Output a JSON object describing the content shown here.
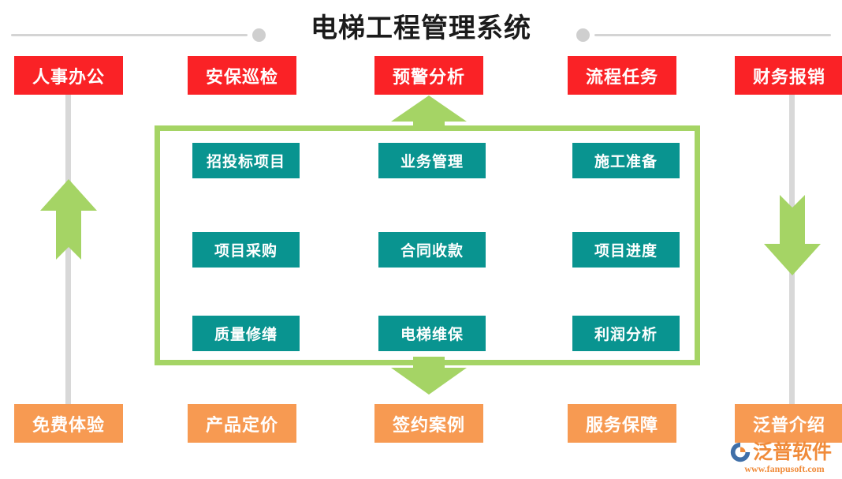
{
  "header": {
    "title": "电梯工程管理系统",
    "decoration": {
      "left_line": "horizontal-rule",
      "left_dot": "dot",
      "right_dot": "dot",
      "right_line": "horizontal-rule"
    }
  },
  "top_row": {
    "items": [
      {
        "label": "人事办公"
      },
      {
        "label": "安保巡检"
      },
      {
        "label": "预警分析"
      },
      {
        "label": "流程任务"
      },
      {
        "label": "财务报销"
      }
    ]
  },
  "core_panel": {
    "tiles": [
      {
        "label": "招投标项目"
      },
      {
        "label": "业务管理"
      },
      {
        "label": "施工准备"
      },
      {
        "label": "项目采购"
      },
      {
        "label": "合同收款"
      },
      {
        "label": "项目进度"
      },
      {
        "label": "质量修缮"
      },
      {
        "label": "电梯维保"
      },
      {
        "label": "利润分析"
      }
    ]
  },
  "bottom_row": {
    "items": [
      {
        "label": "免费体验"
      },
      {
        "label": "产品定价"
      },
      {
        "label": "签约案例"
      },
      {
        "label": "服务保障"
      },
      {
        "label": "泛普介绍"
      }
    ]
  },
  "arrows": [
    {
      "name": "arrow-up-center",
      "direction": "up"
    },
    {
      "name": "arrow-down-center",
      "direction": "down"
    },
    {
      "name": "arrow-up-left",
      "direction": "up"
    },
    {
      "name": "arrow-down-right",
      "direction": "down"
    }
  ],
  "logo": {
    "name": "泛普软件",
    "url": "www.fanpusoft.com"
  },
  "colors": {
    "red": "#fa2226",
    "orange": "#f79a52",
    "teal": "#099490",
    "green": "#a5d465",
    "rail_gray": "#d8d8d8",
    "deco_gray": "#cfcfcf",
    "title_text": "#1b1b1b",
    "logo_orange": "#f08b3a",
    "background": "#ffffff"
  }
}
